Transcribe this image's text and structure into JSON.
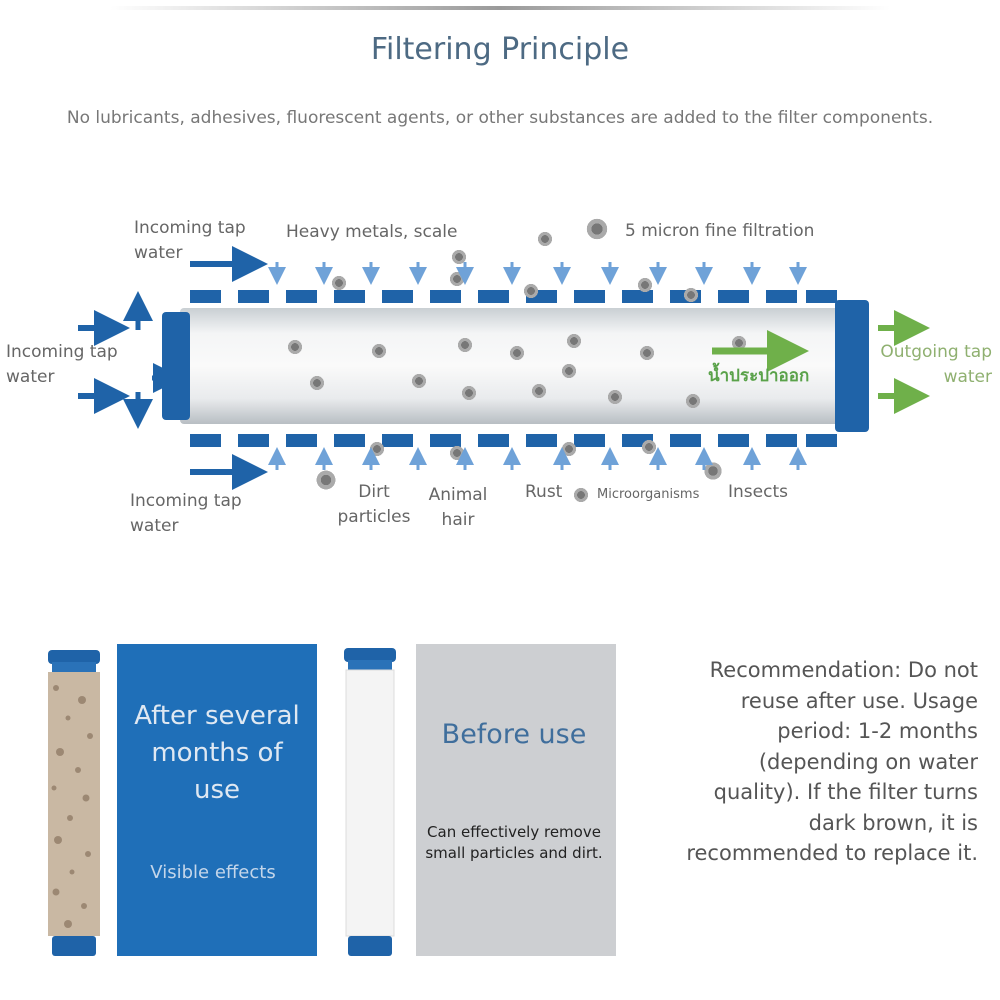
{
  "title": "Filtering Principle",
  "subtitle": "No lubricants, adhesives, fluorescent agents, or other substances are added to the filter components.",
  "diagram": {
    "incoming_top": [
      "Incoming tap",
      "water"
    ],
    "incoming_left": [
      "Incoming tap",
      "water"
    ],
    "incoming_bottom": [
      "Incoming tap",
      "water"
    ],
    "outgoing": [
      "Outgoing tap",
      "water"
    ],
    "heavy_metals": "Heavy metals, scale",
    "micron": "5 micron fine filtration",
    "dirt": [
      "Dirt",
      "particles"
    ],
    "animal_hair": [
      "Animal",
      "hair"
    ],
    "rust": "Rust",
    "microorganisms": "Microorganisms",
    "insects": "Insects",
    "thai_label": "น้ำประปาออก"
  },
  "comparison": {
    "after_title": [
      "After several",
      "months of",
      "use"
    ],
    "after_caption": "Visible effects",
    "before_title": "Before use",
    "before_caption": [
      "Can effectively remove",
      "small particles and dirt."
    ]
  },
  "recommendation": [
    "Recommendation: Do not",
    "reuse after use. Usage",
    "period: 1-2 months",
    "(depending on water",
    "quality). If the filter turns",
    "dark brown, it is",
    "recommended to replace it."
  ],
  "colors": {
    "accent_blue": "#1f63a8",
    "title": "#4d6a83",
    "outflow_green": "#6fb04a"
  }
}
